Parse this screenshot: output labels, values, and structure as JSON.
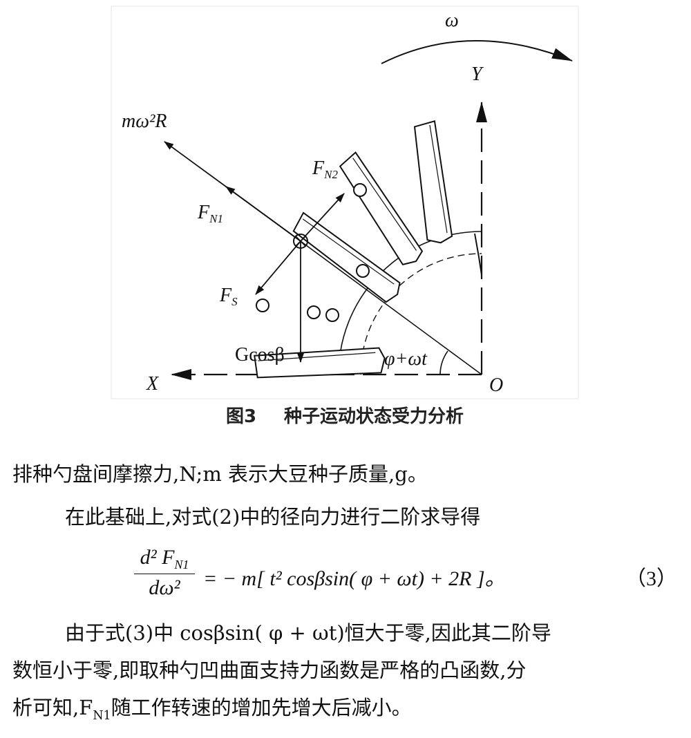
{
  "figure": {
    "caption_number": "图3",
    "caption_title": "种子运动状态受力分析",
    "labels": {
      "omega": "ω",
      "y_axis": "Y",
      "x_axis": "X",
      "origin": "O",
      "centrifugal": "mω²R",
      "fn2": "FN2",
      "fn1": "FN1",
      "fs": "FS",
      "gravity": "Gcosβ",
      "angle": "φ+ωt"
    }
  },
  "text": {
    "line1": "排种勺盘间摩擦力,N;m 表示大豆种子质量,g。",
    "line2": "在此基础上,对式(2)中的径向力进行二阶求导得",
    "formula_num": "d² F",
    "formula_num_sub": "N1",
    "formula_den": "dω²",
    "formula_rhs": "= − m[ t² cosβsin( φ + ωt) + 2R ]。",
    "formula_no": "（3）",
    "line3": "由于式(3)中 cosβsin( φ + ωt)恒大于零,因此其二阶导",
    "line4": "数恒小于零,即取种勺凹曲面支持力函数是严格的凸函数,分",
    "line5": "析可知,F",
    "line5_sub": "N1",
    "line5_rest": "随工作转速的增加先增大后减小。"
  }
}
